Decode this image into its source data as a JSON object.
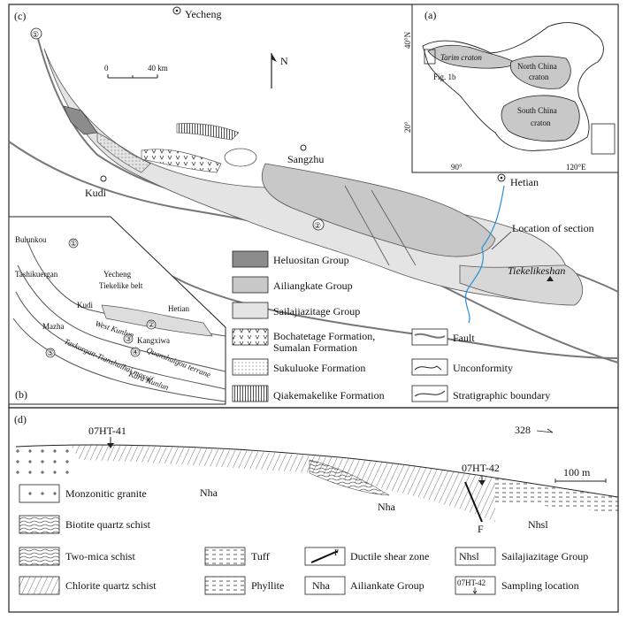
{
  "panel_c": {
    "label": "(c)",
    "scale": {
      "zero": "0",
      "max": "40 km"
    },
    "north": "N",
    "places": {
      "yecheng": "Yecheng",
      "sangzhu": "Sangzhu",
      "kudi": "Kudi",
      "hetian": "Hetian",
      "tiekelikeshan": "Tiekelikeshan",
      "location_of_section": "Location of section"
    },
    "faults": {
      "f1": "①",
      "f2": "②"
    }
  },
  "panel_a": {
    "label": "(a)",
    "lat_40": "40°N",
    "lat_20": "20°",
    "lon_90": "90°",
    "lon_120": "120°E",
    "tarim": "Tarim craton",
    "north_china": [
      "North China",
      "craton"
    ],
    "south_china": [
      "South China",
      "craton"
    ],
    "fig_ref": "Fig. 1b"
  },
  "panel_b": {
    "label": "(b)",
    "places": [
      "Bulunkou",
      "Tashikuergan",
      "Yecheng",
      "Tiekelike belt",
      "Kudi",
      "Hetian",
      "Mazha",
      "Kangxiwa"
    ],
    "units": [
      "West Kunlun",
      "Taxkorgan-Tianshuihai massif",
      "Quanshuigou terrane",
      "Kara Kunlun"
    ],
    "numbers": [
      "①",
      "②",
      "③",
      "④",
      "⑤"
    ]
  },
  "legend_c": {
    "units": [
      "Heluositan Group",
      "Ailiangkate Group",
      "Sailajiazitage Group",
      "Bochatetage Formation,",
      "Sumalan Formation",
      "Sukuluoke Formation",
      "Qiakemakelike Formation"
    ],
    "lines": [
      "Fault",
      "Unconformity",
      "Stratigraphic boundary"
    ]
  },
  "panel_d": {
    "label": "(d)",
    "samples": [
      "07HT-41",
      "07HT-42"
    ],
    "strike": "328",
    "scale": "100 m",
    "units": [
      "Nha",
      "Nha",
      "Nhsl"
    ],
    "fault": "F",
    "legend": [
      "Monzonitic granite",
      "Biotite quartz schist",
      "Two-mica schist",
      "Chlorite quartz schist",
      "Tuff",
      "Phyllite",
      "Ductile shear zone",
      "Ailiankate Group",
      "Sailajiazitage Group",
      "Sampling location"
    ],
    "legend_codes": {
      "fault": "F",
      "nhsl": "Nhsl",
      "nha": "Nha",
      "sample": "07HT-42"
    }
  },
  "colors": {
    "heluositan": "#8c8c8c",
    "ailiangkate": "#c8c8c8",
    "sailajiazitage": "#e4e4e4",
    "river": "#2a8fd6"
  }
}
